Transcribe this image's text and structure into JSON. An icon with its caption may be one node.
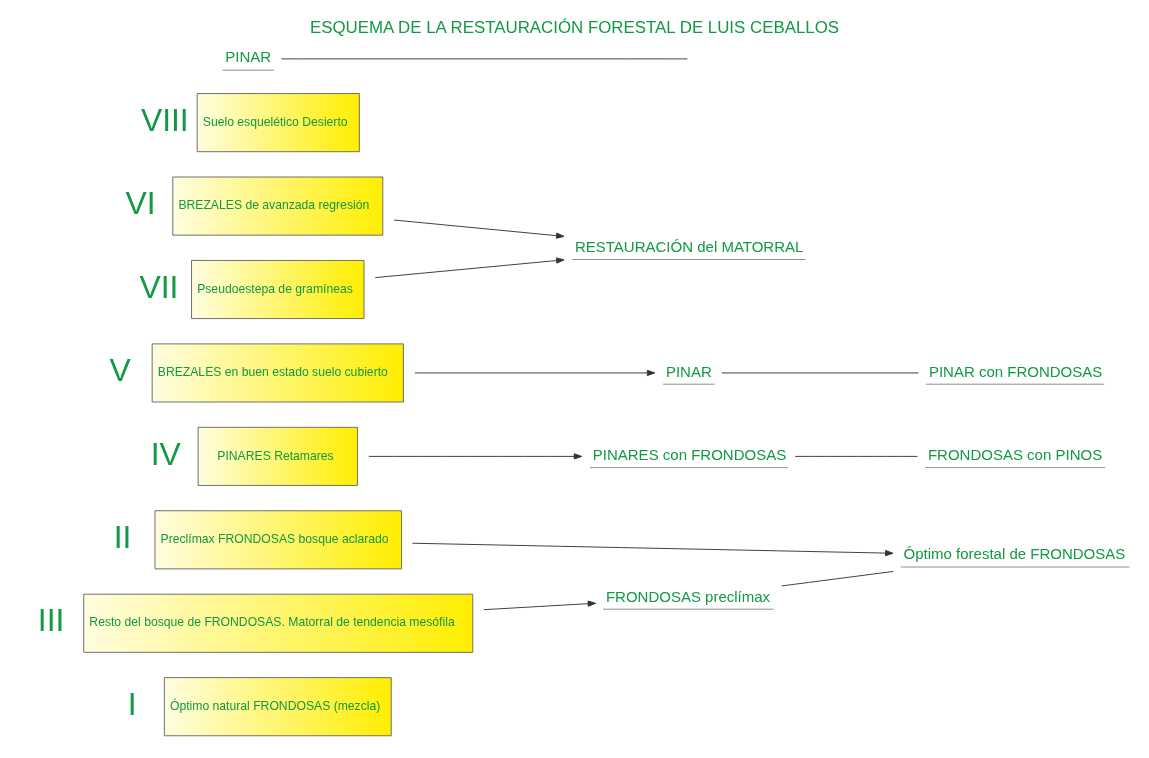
{
  "diagram": {
    "title": "ESQUEMA DE LA RESTAURACIÓN FORESTAL DE LUIS CEBALLOS",
    "nodes": [
      {
        "text": [
          "Óptimo natural FRONDOSAS (mezcla)"
        ],
        "beside": [
          "I"
        ]
      },
      {
        "text": [
          "Preclímax FRONDOSAS bosque aclarado"
        ],
        "beside": [
          "II"
        ]
      },
      {
        "text": [
          "Resto del bosque de FRONDOSAS. Matorral de tendencia mesófila"
        ],
        "beside": [
          "III"
        ]
      },
      {
        "text": [
          "PINARES Retamares"
        ],
        "beside": [
          "IV"
        ]
      },
      {
        "text": [
          "BREZALES en buen estado suelo cubierto"
        ],
        "beside": [
          "V"
        ]
      },
      {
        "text": [
          "BREZALES de avanzada regresión"
        ],
        "beside": [
          "VI"
        ]
      },
      {
        "text": [
          "Pseudoestepa de gramíneas"
        ],
        "beside": [
          "VII"
        ]
      },
      {
        "text": [
          "Suelo esquelético Desierto"
        ],
        "beside": [
          "VIII"
        ]
      },
      {
        "text": [
          "Óptimo forestal de FRONDOSAS"
        ]
      },
      {
        "text": [
          "FRONDOSAS preclímax"
        ]
      },
      {
        "text": [
          "PINARES con FRONDOSAS"
        ]
      },
      {
        "text": [
          "FRONDOSAS con PINOS"
        ]
      },
      {
        "text": [
          "PINAR"
        ]
      },
      {
        "text": [
          "PINAR con FRONDOSAS"
        ]
      },
      {
        "text": [
          "RESTAURACIÓN del MATORRAL"
        ]
      },
      {
        "text": [
          "PINAR"
        ]
      }
    ],
    "edges": [
      {
        "from": 1,
        "to": 8,
        "arrow": "to"
      },
      {
        "from": 2,
        "to": 9,
        "arrow": "to"
      },
      {
        "from": 9,
        "to": 8,
        "arrow": "none"
      },
      {
        "from": 3,
        "to": 10,
        "arrow": "to"
      },
      {
        "from": 10,
        "to": 11,
        "arrow": "none"
      },
      {
        "from": 4,
        "to": 12,
        "arrow": "to"
      },
      {
        "from": 12,
        "to": 13,
        "arrow": "none"
      },
      {
        "from": 5,
        "to": 14,
        "arrow": "to"
      },
      {
        "from": 6,
        "to": 14,
        "arrow": "to"
      },
      {
        "from": 15,
        "to": null,
        "arrow": "none"
      }
    ]
  }
}
